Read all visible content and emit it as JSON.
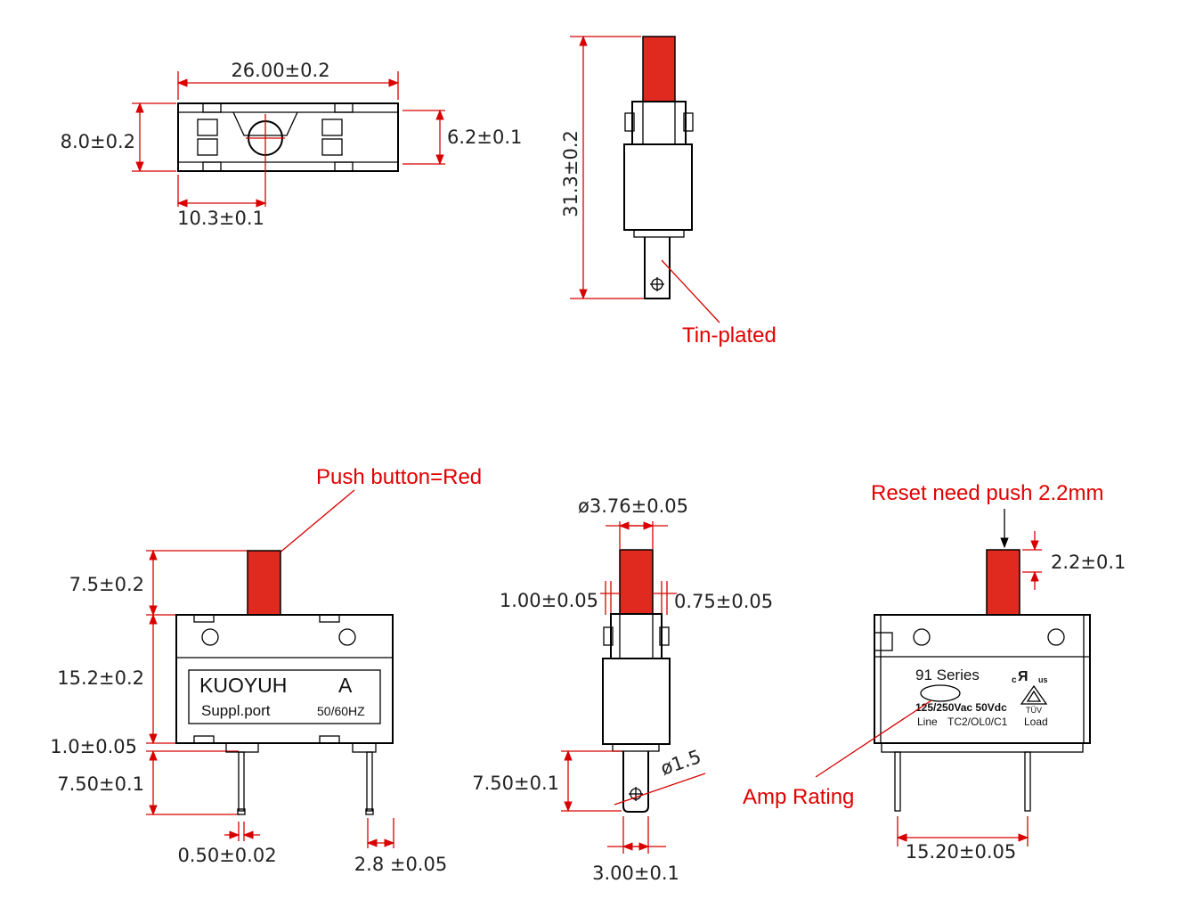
{
  "colors": {
    "button": "#e02a20",
    "dimension_line": "#d80000",
    "callout_text": "#e00000",
    "outline": "#000000"
  },
  "callouts": {
    "tin_plated": "Tin-plated",
    "push_button": "Push button=Red",
    "reset": "Reset need push 2.2mm",
    "amp_rating": "Amp Rating"
  },
  "top_view": {
    "width": "26.00±0.2",
    "height": "8.0±0.2",
    "inner_height": "6.2±0.1",
    "center_offset": "10.3±0.1"
  },
  "side_view_top": {
    "total_height": "31.3±0.2"
  },
  "front_view": {
    "button_height": "7.5±0.2",
    "body_height": "15.2±0.2",
    "base_gap": "1.0±0.05",
    "pin_length": "7.50±0.1",
    "pin_thickness": "0.50±0.02",
    "pin_width": "2.8 ±0.05",
    "label": {
      "brand": "KUOYUH",
      "rating": "A",
      "sub": "Suppl.port",
      "freq": "50/60HZ"
    }
  },
  "side_view_bottom": {
    "button_diameter": "ø3.76±0.05",
    "left_step": "1.00±0.05",
    "right_step": "0.75±0.05",
    "hole": "ø1.5",
    "pin_length": "7.50±0.1",
    "pin_width": "3.00±0.1"
  },
  "rear_view": {
    "travel": "2.2±0.1",
    "pin_spacing": "15.20±0.05",
    "label": {
      "series": "91 Series",
      "voltage": "125/250Vac 50Vdc",
      "line": "Line",
      "codes": "TC2/OL0/C1",
      "load": "Load",
      "ul_mark": "c",
      "ul_us": "us",
      "tuv": "TÜV"
    }
  }
}
